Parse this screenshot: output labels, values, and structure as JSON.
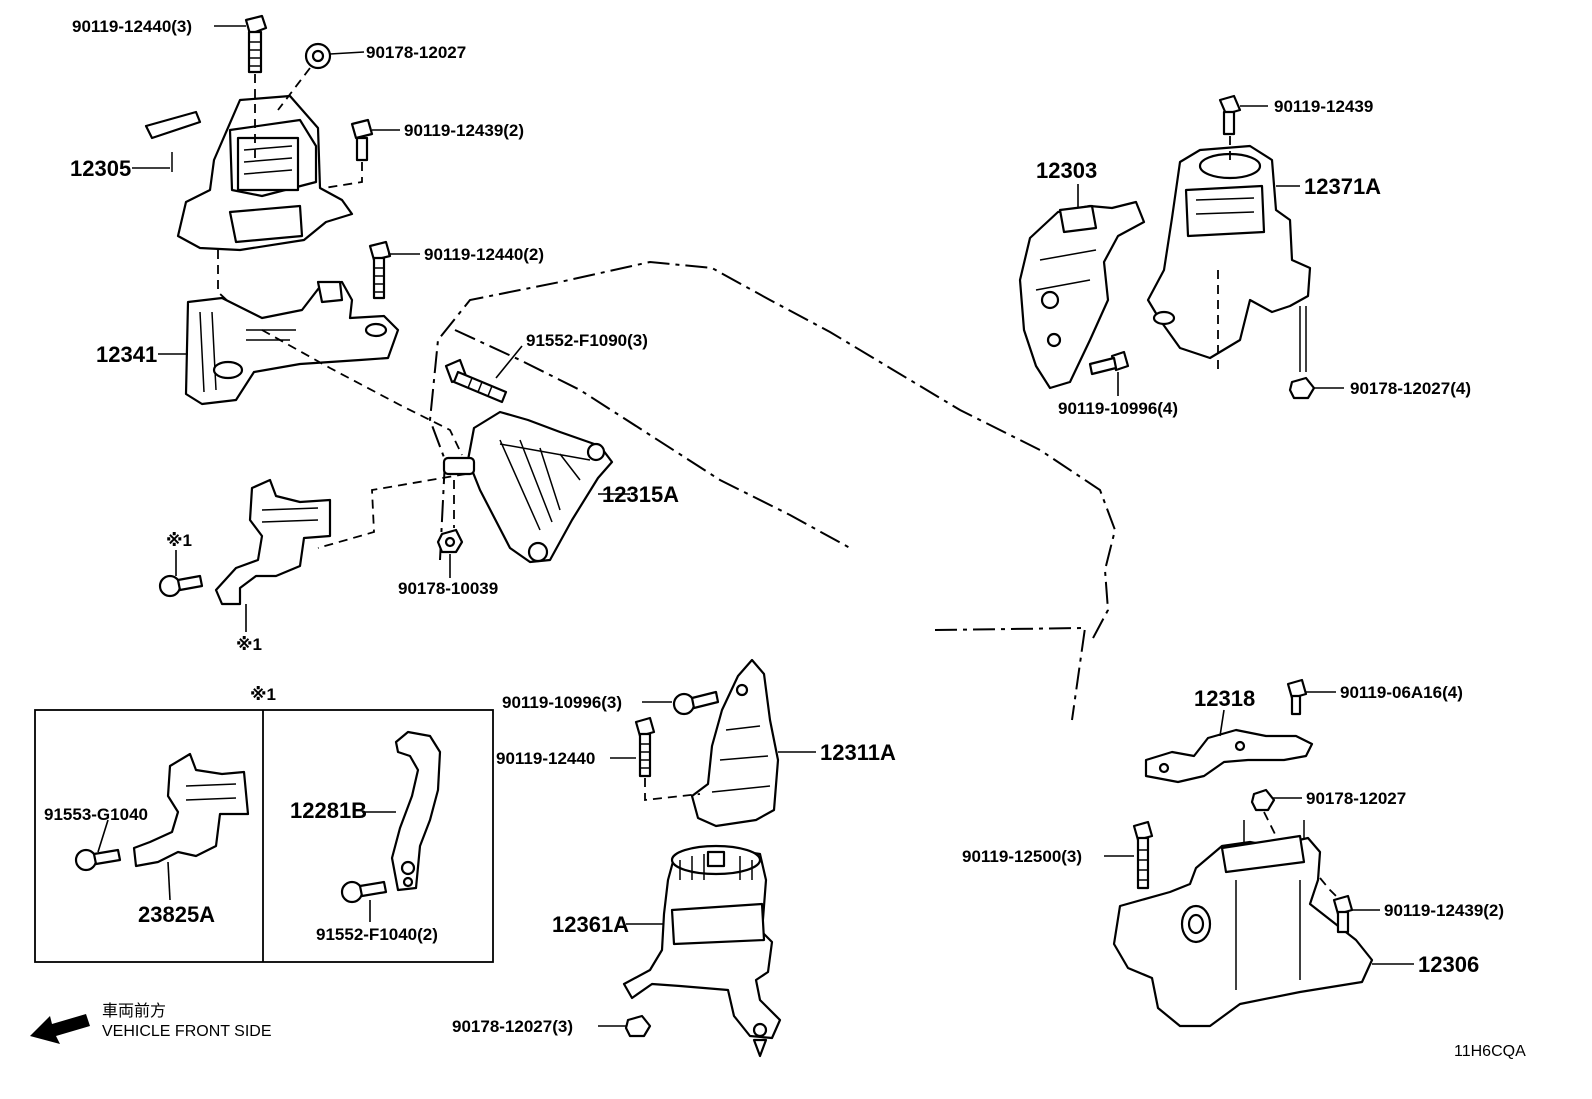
{
  "diagram": {
    "code": "11H6CQA",
    "direction": {
      "label_jp": "車両前方",
      "label_en": "VEHICLE FRONT SIDE"
    },
    "note_mark": "※1",
    "labels": {
      "b_90119_12440_3": "90119-12440(3)",
      "n_90178_12027_top": "90178-12027",
      "b_90119_12439_2_top": "90119-12439(2)",
      "p_12305": "12305",
      "b_90119_12440_2": "90119-12440(2)",
      "p_12341": "12341",
      "b_91552_F1090_3": "91552-F1090(3)",
      "p_12315A": "12315A",
      "n_90178_10039": "90178-10039",
      "mark_1a": "※1",
      "mark_1b": "※1",
      "mark_1c": "※1",
      "b_91553_G1040": "91553-G1040",
      "p_23825A": "23825A",
      "p_12281B": "12281B",
      "b_91552_F1040_2": "91552-F1040(2)",
      "b_90119_12439_right": "90119-12439",
      "p_12303": "12303",
      "p_12371A": "12371A",
      "b_90119_10996_4": "90119-10996(4)",
      "n_90178_12027_4": "90178-12027(4)",
      "b_90119_10996_3": "90119-10996(3)",
      "b_90119_12440": "90119-12440",
      "p_12311A": "12311A",
      "p_12361A": "12361A",
      "n_90178_12027_3": "90178-12027(3)",
      "p_12318": "12318",
      "b_90119_06A16_4": "90119-06A16(4)",
      "n_90178_12027_mid": "90178-12027",
      "b_90119_12500_3": "90119-12500(3)",
      "b_90119_12439_2_bot": "90119-12439(2)",
      "p_12306": "12306"
    }
  }
}
